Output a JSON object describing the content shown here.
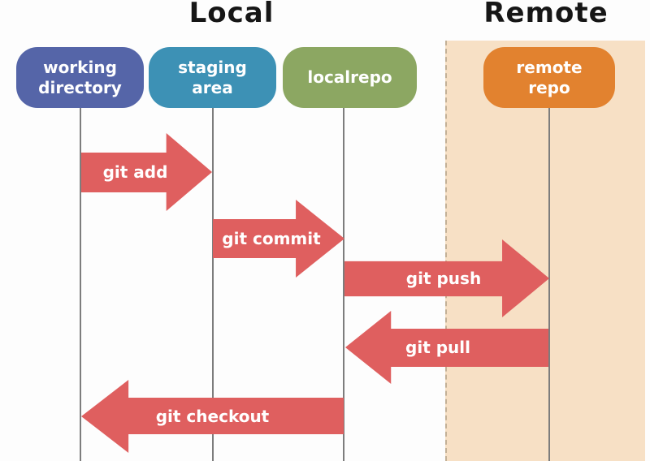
{
  "diagram": {
    "titles": {
      "local": "Local",
      "remote": "Remote"
    },
    "colors": {
      "working_node": "#5565a8",
      "staging_node": "#3d91b5",
      "localrepo_node": "#8ca762",
      "remote_node": "#e2822f",
      "arrow": "#df5f5f",
      "remote_panel": "#f7e0c5",
      "lifeline": "#7d7d7d"
    },
    "nodes": {
      "working": {
        "line1": "working",
        "line2": "directory"
      },
      "staging": {
        "line1": "staging",
        "line2": "area"
      },
      "localrepo": {
        "line1": "localrepo"
      },
      "remote": {
        "line1": "remote",
        "line2": "repo"
      }
    },
    "arrows": {
      "add": {
        "label": "git add",
        "direction": "right"
      },
      "commit": {
        "label": "git commit",
        "direction": "right"
      },
      "push": {
        "label": "git push",
        "direction": "right"
      },
      "pull": {
        "label": "git pull",
        "direction": "left"
      },
      "checkout": {
        "label": "git checkout",
        "direction": "left"
      }
    }
  }
}
